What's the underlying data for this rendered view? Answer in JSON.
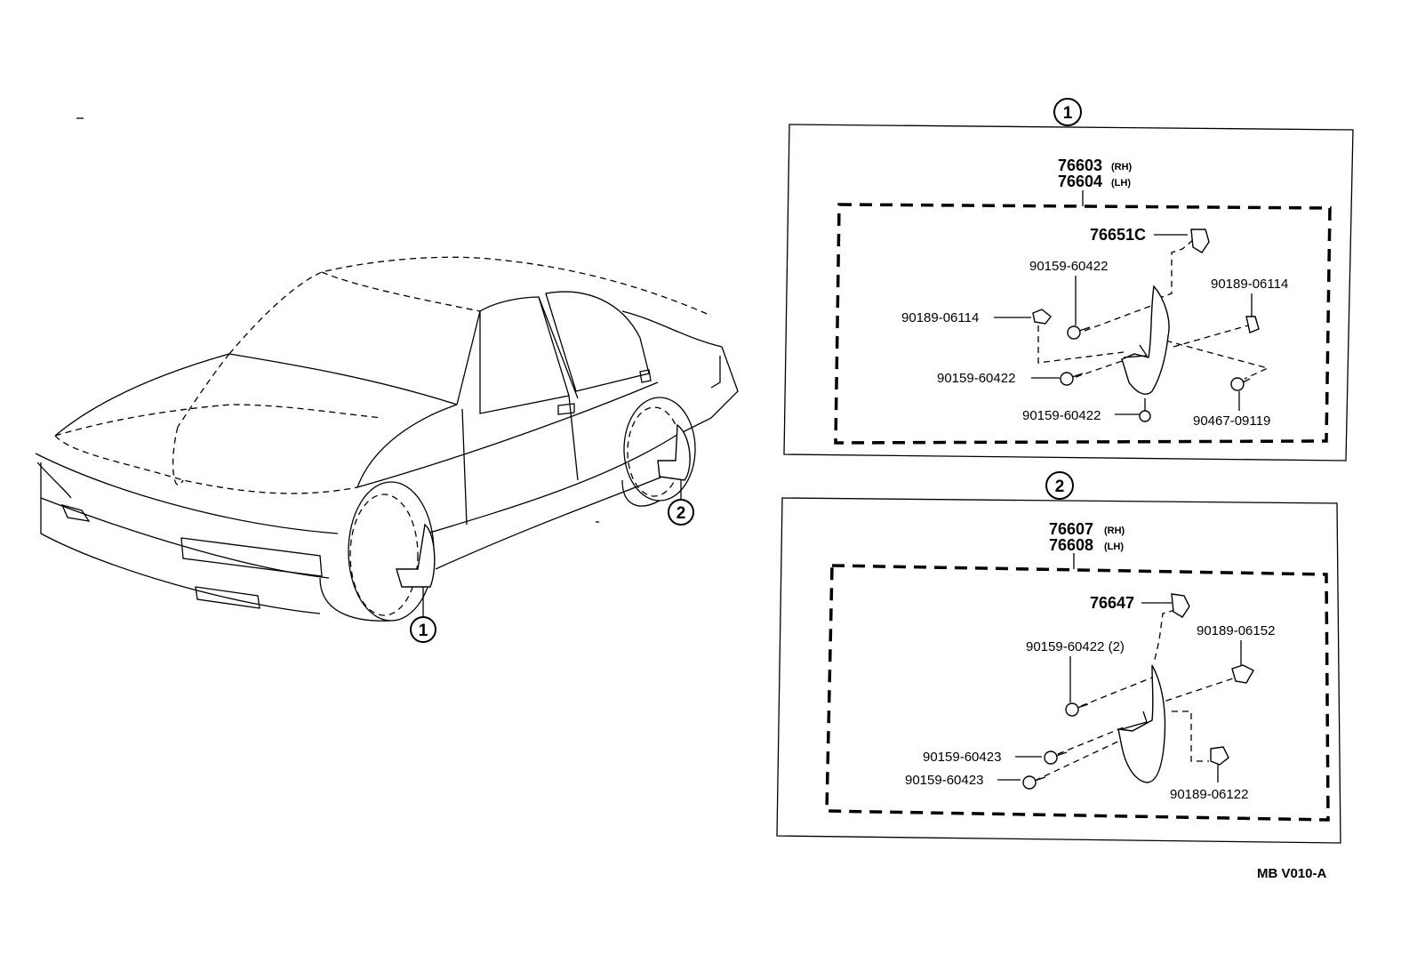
{
  "panel1": {
    "circle_label": "1",
    "assembly_rh": "76603",
    "assembly_rh_side": "(RH)",
    "assembly_lh": "76604",
    "assembly_lh_side": "(LH)",
    "parts": {
      "clip_top": "76651C",
      "screw_upper": "90159-60422",
      "nut_left": "90189-06114",
      "nut_right": "90189-06114",
      "screw_mid": "90159-60422",
      "screw_lower": "90159-60422",
      "clip_right": "90467-09119"
    }
  },
  "panel2": {
    "circle_label": "2",
    "assembly_rh": "76607",
    "assembly_rh_side": "(RH)",
    "assembly_lh": "76608",
    "assembly_lh_side": "(LH)",
    "parts": {
      "clip_top": "76647",
      "screw_upper": "90159-60422 (2)",
      "nut_upper_right": "90189-06152",
      "screw_mid": "90159-60423",
      "screw_lower": "90159-60423",
      "nut_lower_right": "90189-06122"
    }
  },
  "car": {
    "callout_front": "1",
    "callout_rear": "2"
  },
  "figure_code": "MB  V010-A"
}
